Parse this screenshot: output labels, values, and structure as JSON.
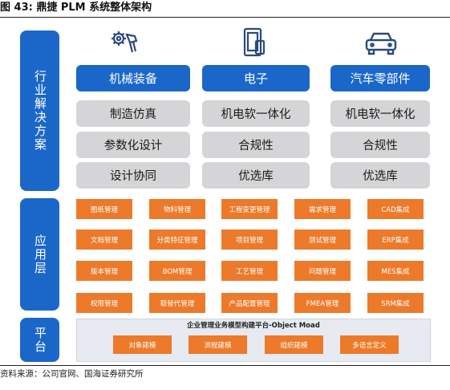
{
  "figure": {
    "title": "图 43:  鼎捷 PLM 系统整体架构",
    "source": "资料来源：公司官网、国海证券研究所"
  },
  "side_labels": {
    "industry": "行业解决方案",
    "application": "应用层",
    "platform": "平台"
  },
  "industry": {
    "columns": [
      {
        "icon": "gears-icon",
        "category": "机械装备",
        "items": [
          "制造仿真",
          "参数化设计",
          "设计协同"
        ]
      },
      {
        "icon": "phone-icon",
        "category": "电子",
        "items": [
          "机电软一体化",
          "合规性",
          "优选库"
        ]
      },
      {
        "icon": "car-icon",
        "category": "汽车零部件",
        "items": [
          "机电软一体化",
          "合规性",
          "优选库"
        ]
      }
    ]
  },
  "application": {
    "rows": [
      [
        "图纸管理",
        "物料管理",
        "工程变更管理",
        "需求管理",
        "CAD集成"
      ],
      [
        "文档管理",
        "分类特征管理",
        "项目管理",
        "测试管理",
        "ERP集成"
      ],
      [
        "版本管理",
        "BOM管理",
        "工艺管理",
        "问题管理",
        "MES集成"
      ],
      [
        "权限管理",
        "取替代管理",
        "产品配置管理",
        "FMEA管理",
        "SRM集成"
      ]
    ]
  },
  "platform": {
    "title": "企业管理业务模型构建平台-Object Moad",
    "items": [
      "对象建模",
      "流程建模",
      "组织建模",
      "多语言定义"
    ]
  },
  "colors": {
    "blue": "#1b67c9",
    "orange": "#ec7a2a",
    "grey": "#d5d5d7"
  }
}
